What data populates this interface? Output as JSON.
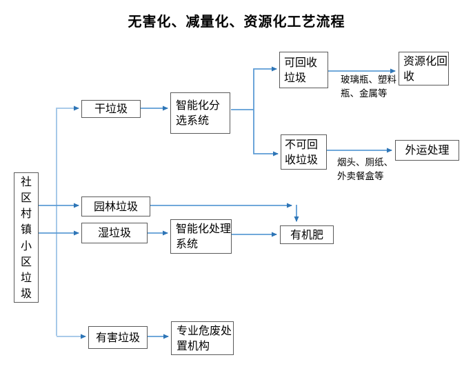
{
  "title": "无害化、减量化、资源化工艺流程",
  "nodes": {
    "source": {
      "label": "社区村镇小区垃圾"
    },
    "dry": {
      "label": "干垃圾"
    },
    "sorting": {
      "label": "智能化分选系统"
    },
    "recyclable": {
      "label": "可回收垃圾"
    },
    "resource": {
      "label": "资源化回收"
    },
    "nonrecyclable": {
      "label": "不可回收垃圾"
    },
    "transport": {
      "label": "外运处理"
    },
    "garden": {
      "label": "园林垃圾"
    },
    "wet": {
      "label": "湿垃圾"
    },
    "processing": {
      "label": "智能化处理系统"
    },
    "organic": {
      "label": "有机肥"
    },
    "hazardous": {
      "label": "有害垃圾"
    },
    "disposal": {
      "label": "专业危废处置机构"
    }
  },
  "annotations": {
    "recyclable_note": "玻璃瓶、塑料瓶、金属等",
    "nonrecyclable_note": "烟头、厕纸、外卖餐盒等"
  },
  "colors": {
    "line_main": "#5B9BD5",
    "line_light": "#9DC3E6",
    "arrow": "#2E75B6",
    "box_border": "#595959",
    "text": "#000000"
  },
  "chart_data": {
    "type": "flowchart",
    "title": "无害化、减量化、资源化工艺流程",
    "edges": [
      {
        "from": "社区村镇小区垃圾",
        "to": "干垃圾"
      },
      {
        "from": "社区村镇小区垃圾",
        "to": "园林垃圾"
      },
      {
        "from": "社区村镇小区垃圾",
        "to": "湿垃圾"
      },
      {
        "from": "社区村镇小区垃圾",
        "to": "有害垃圾"
      },
      {
        "from": "干垃圾",
        "to": "智能化分选系统"
      },
      {
        "from": "智能化分选系统",
        "to": "可回收垃圾"
      },
      {
        "from": "智能化分选系统",
        "to": "不可回收垃圾"
      },
      {
        "from": "可回收垃圾",
        "to": "资源化回收",
        "label": "玻璃瓶、塑料瓶、金属等"
      },
      {
        "from": "不可回收垃圾",
        "to": "外运处理",
        "label": "烟头、厕纸、外卖餐盒等"
      },
      {
        "from": "园林垃圾",
        "to": "有机肥"
      },
      {
        "from": "湿垃圾",
        "to": "智能化处理系统"
      },
      {
        "from": "智能化处理系统",
        "to": "有机肥"
      },
      {
        "from": "有害垃圾",
        "to": "专业危废处置机构"
      }
    ]
  }
}
